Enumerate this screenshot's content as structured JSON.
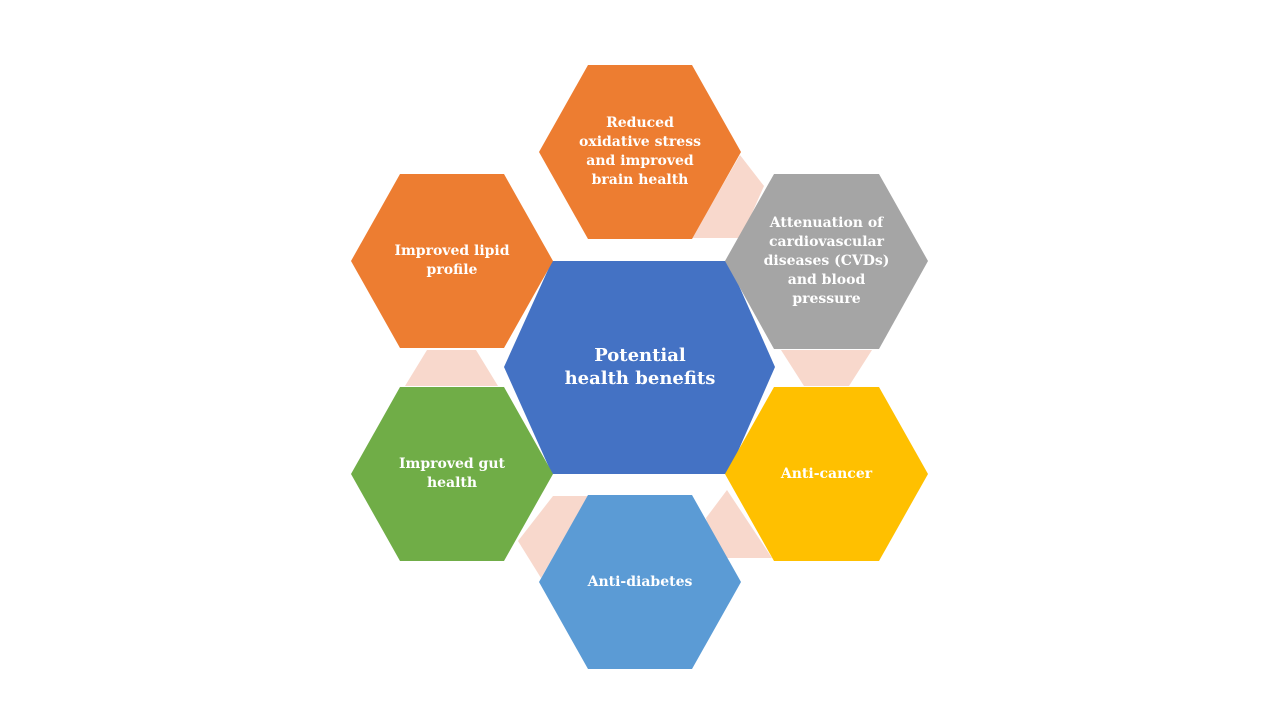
{
  "diagram": {
    "center": {
      "label": "Potential health benefits",
      "color": "#4472C4"
    },
    "benefits": [
      {
        "id": "brain",
        "label": "Reduced oxidative stress and improved brain health",
        "color": "#ED7D31"
      },
      {
        "id": "cvd",
        "label": "Attenuation of cardiovascular diseases (CVDs) and blood pressure",
        "color": "#A5A5A5"
      },
      {
        "id": "cancer",
        "label": "Anti-cancer",
        "color": "#FFC000"
      },
      {
        "id": "diabetes",
        "label": "Anti-diabetes",
        "color": "#5B9BD5"
      },
      {
        "id": "gut",
        "label": "Improved gut health",
        "color": "#70AD47"
      },
      {
        "id": "lipid",
        "label": "Improved lipid profile",
        "color": "#ED7D31"
      }
    ],
    "connector_color": "#F8D8CC"
  }
}
